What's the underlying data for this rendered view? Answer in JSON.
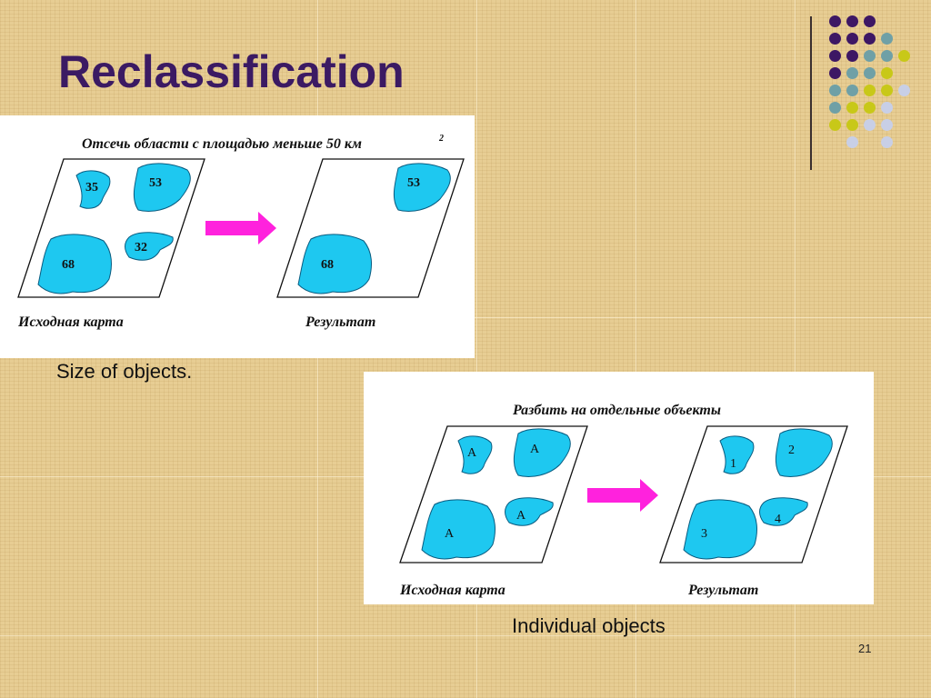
{
  "slide": {
    "title": "Reclassification",
    "number": "21",
    "caption_top": "Size of objects.",
    "caption_bottom": "Individual objects"
  },
  "figure_top": {
    "heading": "Отсечь области с площадью меньше 50 км",
    "heading_sup": "2",
    "left_label": "Исходная карта",
    "right_label": "Результат",
    "left_values": [
      "35",
      "53",
      "32",
      "68"
    ],
    "right_values": [
      "53",
      "68"
    ]
  },
  "figure_bottom": {
    "heading": "Разбить на отдельные объекты",
    "left_label": "Исходная карта",
    "right_label": "Результат",
    "left_values": [
      "A",
      "A",
      "A",
      "A"
    ],
    "right_values": [
      "1",
      "2",
      "3",
      "4"
    ]
  },
  "colors": {
    "title": "#3b1a63",
    "blob_fill": "#1ec8f0",
    "arrow": "#ff22dd",
    "dot_purple": "#3d1764",
    "dot_teal": "#6fa0a6",
    "dot_lime": "#c8c818",
    "dot_lavender": "#c8cfe6"
  }
}
